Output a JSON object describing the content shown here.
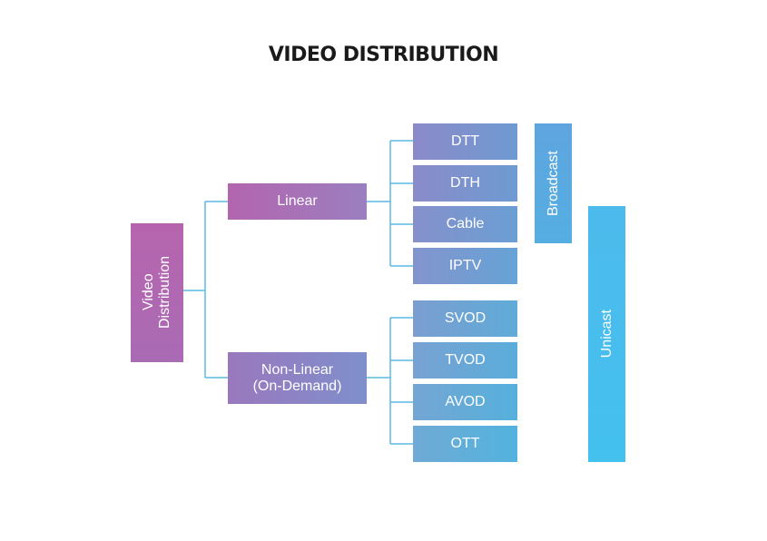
{
  "title": "VIDEO DISTRIBUTION",
  "root": {
    "line1": "Video",
    "line2": "Distribution"
  },
  "linear": {
    "label": "Linear",
    "children": [
      "DTT",
      "DTH",
      "Cable",
      "IPTV"
    ]
  },
  "nonlinear": {
    "line1": "Non-Linear",
    "line2": "(On-Demand)",
    "children": [
      "SVOD",
      "TVOD",
      "AVOD",
      "OTT"
    ]
  },
  "groups": {
    "broadcast": "Broadcast",
    "unicast": "Unicast"
  },
  "colors": {
    "root": "#b665ad",
    "linear": "#b365ae",
    "nonlinear": "#8c83c6",
    "leaf": "#6e9bd2",
    "broadcast": "#5aa9e0",
    "unicast": "#45c0ee",
    "connector": "#5bb8e2"
  }
}
